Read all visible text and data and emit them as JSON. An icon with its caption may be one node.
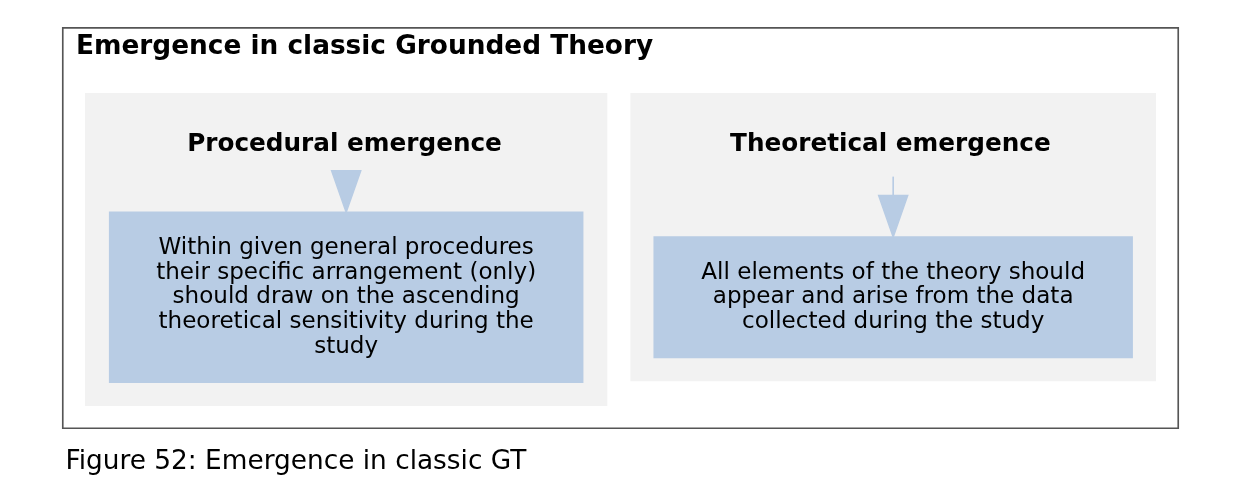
{
  "diagram": {
    "caption": "Figure 52: Emergence in classic GT",
    "nodes": [
      {
        "text": [
          "Emergence in classic Grounded Theory"
        ]
      },
      {
        "text": [],
        "shape": "box",
        "in": 0
      },
      {
        "text": [
          "Theoretical emergence"
        ],
        "in": 1
      },
      {
        "text": [
          "All elements of the theory should appear and arise from the data collected during the study"
        ],
        "in": 1
      },
      {
        "text": [],
        "shape": "box",
        "in": 0
      },
      {
        "text": [
          "Procedural emergence"
        ],
        "in": 4
      },
      {
        "text": [
          "Within given general procedures their specific arrangement (only) should draw on the ascending theoretical sensitivity during the study"
        ],
        "in": 4
      }
    ],
    "edges": [
      {
        "from": 2,
        "to": 3,
        "arrow": "to"
      },
      {
        "from": 5,
        "to": 6,
        "arrow": "to"
      }
    ]
  }
}
